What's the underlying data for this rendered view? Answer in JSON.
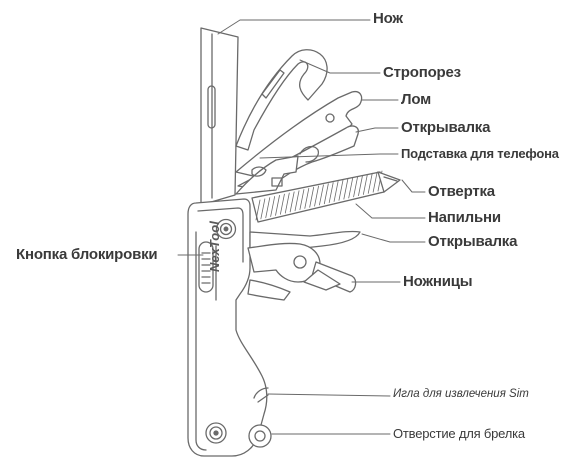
{
  "brand": "NexTool",
  "labels": {
    "knife": "Нож",
    "strap_cutter": "Стропорез",
    "crowbar": "Лом",
    "bottle_opener_top": "Открывалка",
    "phone_stand": "Подставка для телефона",
    "screwdriver": "Отвертка",
    "file": "Напильни",
    "bottle_opener_bottom": "Открывалка",
    "scissors": "Ножницы",
    "lock_button": "Кнопка блокировки",
    "sim_pin": "Игла для извлечения Sim",
    "keyring_hole": "Отверстие для брелка"
  },
  "colors": {
    "line": "#6a6a6a",
    "text": "#3a3a3a",
    "background": "#ffffff"
  }
}
